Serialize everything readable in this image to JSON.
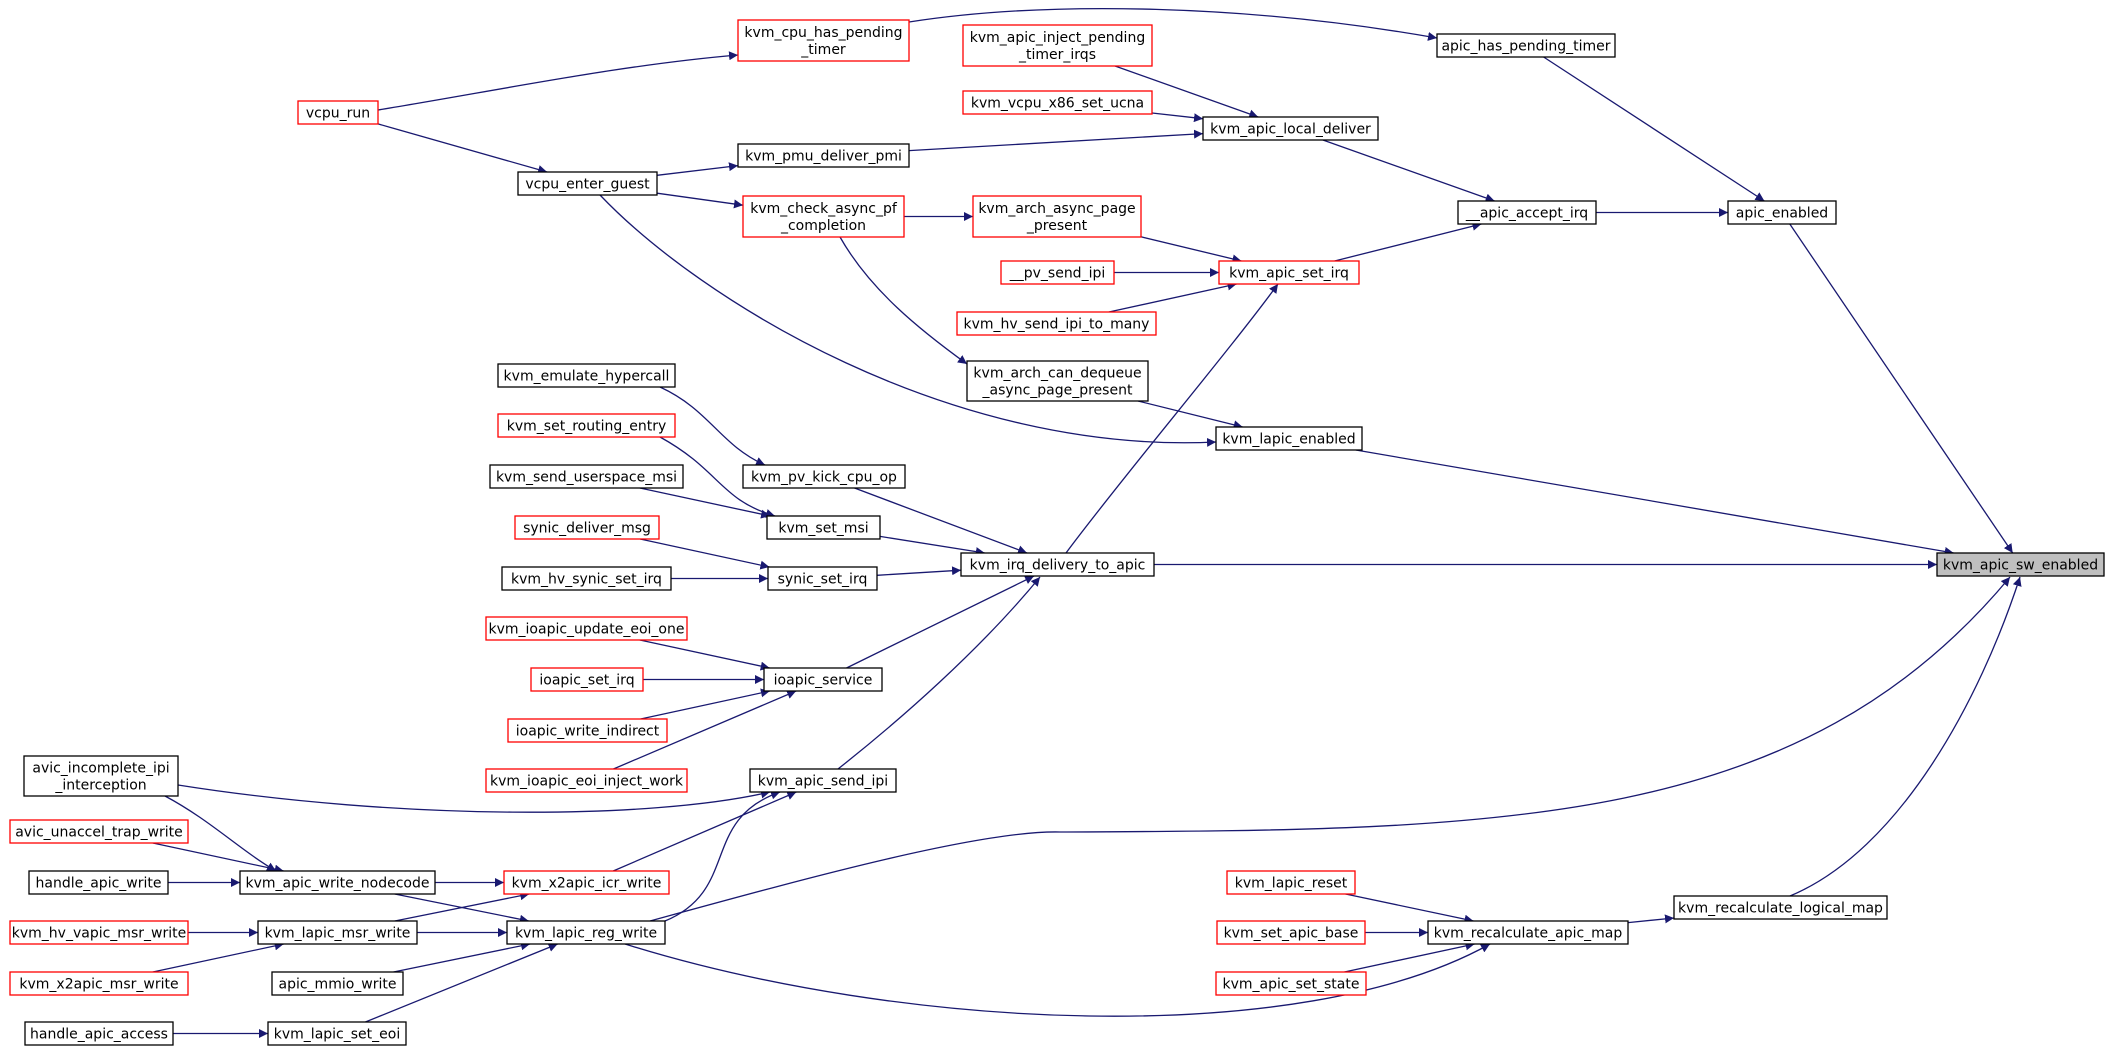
{
  "colors": {
    "edge": "#191970",
    "border_default": "#000000",
    "border_truncated": "#ff0000",
    "root_fill": "#bfbfbf",
    "node_fill": "#ffffff"
  },
  "nodes": [
    {
      "id": "kvm_apic_sw_enabled",
      "lines": [
        "kvm_apic_sw_enabled"
      ],
      "style": "root"
    },
    {
      "id": "apic_enabled",
      "lines": [
        "apic_enabled"
      ],
      "style": "normal"
    },
    {
      "id": "apic_has_pending_timer",
      "lines": [
        "apic_has_pending_timer"
      ],
      "style": "normal"
    },
    {
      "id": "kvm_cpu_has_pending_timer",
      "lines": [
        "kvm_cpu_has_pending",
        "_timer"
      ],
      "style": "truncated"
    },
    {
      "id": "vcpu_run",
      "lines": [
        "vcpu_run"
      ],
      "style": "truncated"
    },
    {
      "id": "vcpu_enter_guest",
      "lines": [
        "vcpu_enter_guest"
      ],
      "style": "normal"
    },
    {
      "id": "kvm_apic_inject_pending_timer_irqs",
      "lines": [
        "kvm_apic_inject_pending",
        "_timer_irqs"
      ],
      "style": "truncated"
    },
    {
      "id": "kvm_vcpu_x86_set_ucna",
      "lines": [
        "kvm_vcpu_x86_set_ucna"
      ],
      "style": "truncated"
    },
    {
      "id": "kvm_apic_local_deliver",
      "lines": [
        "kvm_apic_local_deliver"
      ],
      "style": "normal"
    },
    {
      "id": "kvm_pmu_deliver_pmi",
      "lines": [
        "kvm_pmu_deliver_pmi"
      ],
      "style": "normal"
    },
    {
      "id": "apic_accept_irq",
      "lines": [
        "__apic_accept_irq"
      ],
      "style": "normal"
    },
    {
      "id": "kvm_check_async_pf_completion",
      "lines": [
        "kvm_check_async_pf",
        "_completion"
      ],
      "style": "truncated"
    },
    {
      "id": "kvm_arch_async_page_present",
      "lines": [
        "kvm_arch_async_page",
        "_present"
      ],
      "style": "truncated"
    },
    {
      "id": "pv_send_ipi",
      "lines": [
        "__pv_send_ipi"
      ],
      "style": "truncated"
    },
    {
      "id": "kvm_apic_set_irq",
      "lines": [
        "kvm_apic_set_irq"
      ],
      "style": "truncated"
    },
    {
      "id": "kvm_hv_send_ipi_to_many",
      "lines": [
        "kvm_hv_send_ipi_to_many"
      ],
      "style": "truncated"
    },
    {
      "id": "kvm_arch_can_dequeue_async_page_present",
      "lines": [
        "kvm_arch_can_dequeue",
        "_async_page_present"
      ],
      "style": "normal"
    },
    {
      "id": "kvm_emulate_hypercall",
      "lines": [
        "kvm_emulate_hypercall"
      ],
      "style": "normal"
    },
    {
      "id": "kvm_lapic_enabled",
      "lines": [
        "kvm_lapic_enabled"
      ],
      "style": "normal"
    },
    {
      "id": "kvm_set_routing_entry",
      "lines": [
        "kvm_set_routing_entry"
      ],
      "style": "truncated"
    },
    {
      "id": "kvm_pv_kick_cpu_op",
      "lines": [
        "kvm_pv_kick_cpu_op"
      ],
      "style": "normal"
    },
    {
      "id": "kvm_send_userspace_msi",
      "lines": [
        "kvm_send_userspace_msi"
      ],
      "style": "normal"
    },
    {
      "id": "synic_deliver_msg",
      "lines": [
        "synic_deliver_msg"
      ],
      "style": "truncated"
    },
    {
      "id": "kvm_set_msi",
      "lines": [
        "kvm_set_msi"
      ],
      "style": "normal"
    },
    {
      "id": "kvm_irq_delivery_to_apic",
      "lines": [
        "kvm_irq_delivery_to_apic"
      ],
      "style": "normal"
    },
    {
      "id": "kvm_hv_synic_set_irq",
      "lines": [
        "kvm_hv_synic_set_irq"
      ],
      "style": "normal"
    },
    {
      "id": "synic_set_irq",
      "lines": [
        "synic_set_irq"
      ],
      "style": "normal"
    },
    {
      "id": "kvm_ioapic_update_eoi_one",
      "lines": [
        "kvm_ioapic_update_eoi_one"
      ],
      "style": "truncated"
    },
    {
      "id": "ioapic_set_irq",
      "lines": [
        "ioapic_set_irq"
      ],
      "style": "truncated"
    },
    {
      "id": "ioapic_service",
      "lines": [
        "ioapic_service"
      ],
      "style": "normal"
    },
    {
      "id": "ioapic_write_indirect",
      "lines": [
        "ioapic_write_indirect"
      ],
      "style": "truncated"
    },
    {
      "id": "kvm_ioapic_eoi_inject_work",
      "lines": [
        "kvm_ioapic_eoi_inject_work"
      ],
      "style": "truncated"
    },
    {
      "id": "avic_incomplete_ipi_interception",
      "lines": [
        "avic_incomplete_ipi",
        "_interception"
      ],
      "style": "normal"
    },
    {
      "id": "kvm_apic_send_ipi",
      "lines": [
        "kvm_apic_send_ipi"
      ],
      "style": "normal"
    },
    {
      "id": "avic_unaccel_trap_write",
      "lines": [
        "avic_unaccel_trap_write"
      ],
      "style": "truncated"
    },
    {
      "id": "handle_apic_write",
      "lines": [
        "handle_apic_write"
      ],
      "style": "normal"
    },
    {
      "id": "kvm_apic_write_nodecode",
      "lines": [
        "kvm_apic_write_nodecode"
      ],
      "style": "normal"
    },
    {
      "id": "kvm_x2apic_icr_write",
      "lines": [
        "kvm_x2apic_icr_write"
      ],
      "style": "truncated"
    },
    {
      "id": "kvm_hv_vapic_msr_write",
      "lines": [
        "kvm_hv_vapic_msr_write"
      ],
      "style": "truncated"
    },
    {
      "id": "kvm_lapic_msr_write",
      "lines": [
        "kvm_lapic_msr_write"
      ],
      "style": "normal"
    },
    {
      "id": "kvm_lapic_reg_write",
      "lines": [
        "kvm_lapic_reg_write"
      ],
      "style": "normal"
    },
    {
      "id": "kvm_x2apic_msr_write",
      "lines": [
        "kvm_x2apic_msr_write"
      ],
      "style": "truncated"
    },
    {
      "id": "apic_mmio_write",
      "lines": [
        "apic_mmio_write"
      ],
      "style": "normal"
    },
    {
      "id": "handle_apic_access",
      "lines": [
        "handle_apic_access"
      ],
      "style": "normal"
    },
    {
      "id": "kvm_lapic_set_eoi",
      "lines": [
        "kvm_lapic_set_eoi"
      ],
      "style": "normal"
    },
    {
      "id": "kvm_lapic_reset",
      "lines": [
        "kvm_lapic_reset"
      ],
      "style": "truncated"
    },
    {
      "id": "kvm_set_apic_base",
      "lines": [
        "kvm_set_apic_base"
      ],
      "style": "truncated"
    },
    {
      "id": "kvm_apic_set_state",
      "lines": [
        "kvm_apic_set_state"
      ],
      "style": "truncated"
    },
    {
      "id": "kvm_recalculate_apic_map",
      "lines": [
        "kvm_recalculate_apic_map"
      ],
      "style": "normal"
    },
    {
      "id": "kvm_recalculate_logical_map",
      "lines": [
        "kvm_recalculate_logical_map"
      ],
      "style": "normal"
    }
  ],
  "edges": [
    [
      "apic_enabled",
      "kvm_apic_sw_enabled"
    ],
    [
      "kvm_lapic_enabled",
      "kvm_apic_sw_enabled"
    ],
    [
      "kvm_irq_delivery_to_apic",
      "kvm_apic_sw_enabled"
    ],
    [
      "kvm_lapic_reg_write",
      "kvm_apic_sw_enabled"
    ],
    [
      "kvm_recalculate_logical_map",
      "kvm_apic_sw_enabled"
    ],
    [
      "apic_has_pending_timer",
      "apic_enabled"
    ],
    [
      "apic_accept_irq",
      "apic_enabled"
    ],
    [
      "kvm_cpu_has_pending_timer",
      "apic_has_pending_timer"
    ],
    [
      "vcpu_run",
      "kvm_cpu_has_pending_timer"
    ],
    [
      "vcpu_run",
      "vcpu_enter_guest"
    ],
    [
      "kvm_apic_inject_pending_timer_irqs",
      "kvm_apic_local_deliver"
    ],
    [
      "kvm_vcpu_x86_set_ucna",
      "kvm_apic_local_deliver"
    ],
    [
      "kvm_pmu_deliver_pmi",
      "kvm_apic_local_deliver"
    ],
    [
      "vcpu_enter_guest",
      "kvm_pmu_deliver_pmi"
    ],
    [
      "kvm_apic_local_deliver",
      "apic_accept_irq"
    ],
    [
      "kvm_apic_set_irq",
      "apic_accept_irq"
    ],
    [
      "vcpu_enter_guest",
      "kvm_check_async_pf_completion"
    ],
    [
      "vcpu_enter_guest",
      "kvm_lapic_enabled"
    ],
    [
      "kvm_check_async_pf_completion",
      "kvm_arch_async_page_present"
    ],
    [
      "kvm_check_async_pf_completion",
      "kvm_arch_can_dequeue_async_page_present"
    ],
    [
      "kvm_arch_async_page_present",
      "kvm_apic_set_irq"
    ],
    [
      "pv_send_ipi",
      "kvm_apic_set_irq"
    ],
    [
      "kvm_hv_send_ipi_to_many",
      "kvm_apic_set_irq"
    ],
    [
      "kvm_irq_delivery_to_apic",
      "kvm_apic_set_irq"
    ],
    [
      "kvm_arch_can_dequeue_async_page_present",
      "kvm_lapic_enabled"
    ],
    [
      "kvm_emulate_hypercall",
      "kvm_pv_kick_cpu_op"
    ],
    [
      "kvm_set_routing_entry",
      "kvm_set_msi"
    ],
    [
      "kvm_send_userspace_msi",
      "kvm_set_msi"
    ],
    [
      "synic_deliver_msg",
      "synic_set_irq"
    ],
    [
      "kvm_hv_synic_set_irq",
      "synic_set_irq"
    ],
    [
      "kvm_pv_kick_cpu_op",
      "kvm_irq_delivery_to_apic"
    ],
    [
      "kvm_set_msi",
      "kvm_irq_delivery_to_apic"
    ],
    [
      "synic_set_irq",
      "kvm_irq_delivery_to_apic"
    ],
    [
      "ioapic_service",
      "kvm_irq_delivery_to_apic"
    ],
    [
      "kvm_apic_send_ipi",
      "kvm_irq_delivery_to_apic"
    ],
    [
      "kvm_ioapic_update_eoi_one",
      "ioapic_service"
    ],
    [
      "ioapic_set_irq",
      "ioapic_service"
    ],
    [
      "ioapic_write_indirect",
      "ioapic_service"
    ],
    [
      "kvm_ioapic_eoi_inject_work",
      "ioapic_service"
    ],
    [
      "avic_incomplete_ipi_interception",
      "kvm_apic_send_ipi"
    ],
    [
      "kvm_x2apic_icr_write",
      "kvm_apic_send_ipi"
    ],
    [
      "kvm_lapic_reg_write",
      "kvm_apic_send_ipi"
    ],
    [
      "avic_incomplete_ipi_interception",
      "kvm_apic_write_nodecode"
    ],
    [
      "avic_unaccel_trap_write",
      "kvm_apic_write_nodecode"
    ],
    [
      "handle_apic_write",
      "kvm_apic_write_nodecode"
    ],
    [
      "kvm_apic_write_nodecode",
      "kvm_x2apic_icr_write"
    ],
    [
      "kvm_apic_write_nodecode",
      "kvm_lapic_reg_write"
    ],
    [
      "kvm_lapic_msr_write",
      "kvm_x2apic_icr_write"
    ],
    [
      "kvm_lapic_msr_write",
      "kvm_lapic_reg_write"
    ],
    [
      "kvm_hv_vapic_msr_write",
      "kvm_lapic_msr_write"
    ],
    [
      "kvm_x2apic_msr_write",
      "kvm_lapic_msr_write"
    ],
    [
      "apic_mmio_write",
      "kvm_lapic_reg_write"
    ],
    [
      "kvm_lapic_set_eoi",
      "kvm_lapic_reg_write"
    ],
    [
      "handle_apic_access",
      "kvm_lapic_set_eoi"
    ],
    [
      "kvm_lapic_reg_write",
      "kvm_recalculate_apic_map"
    ],
    [
      "kvm_lapic_reset",
      "kvm_recalculate_apic_map"
    ],
    [
      "kvm_set_apic_base",
      "kvm_recalculate_apic_map"
    ],
    [
      "kvm_apic_set_state",
      "kvm_recalculate_apic_map"
    ],
    [
      "kvm_recalculate_apic_map",
      "kvm_recalculate_logical_map"
    ]
  ]
}
